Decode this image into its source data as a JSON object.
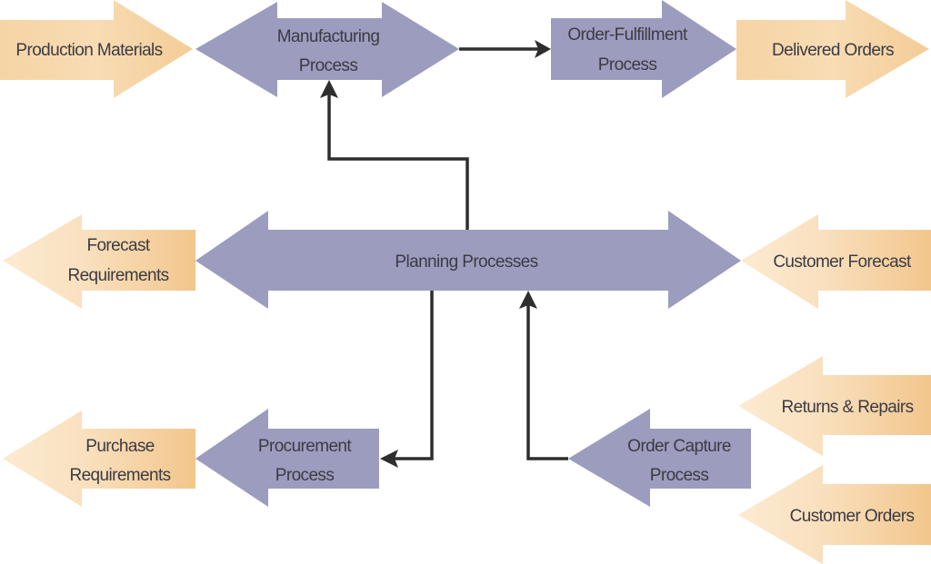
{
  "diagram": {
    "title": "",
    "colors": {
      "process": "#9c9cbf",
      "io_light": "#fbe7c8",
      "io_dark": "#f2c890",
      "connector": "#2e2e2e",
      "text": "#3b3b44"
    },
    "nodes": {
      "production_materials": {
        "type": "input",
        "lines": [
          "Production Materials"
        ]
      },
      "manufacturing_process": {
        "type": "process",
        "lines": [
          "Manufacturing",
          "Process"
        ]
      },
      "order_fulfillment_process": {
        "type": "process",
        "lines": [
          "Order-Fulfillment",
          "Process"
        ]
      },
      "delivered_orders": {
        "type": "output",
        "lines": [
          "Delivered Orders"
        ]
      },
      "forecast_requirements": {
        "type": "output",
        "lines": [
          "Forecast",
          "Requirements"
        ]
      },
      "planning_processes": {
        "type": "process",
        "lines": [
          "Planning Processes"
        ]
      },
      "customer_forecast": {
        "type": "input",
        "lines": [
          "Customer Forecast"
        ]
      },
      "purchase_requirements": {
        "type": "output",
        "lines": [
          "Purchase",
          "Requirements"
        ]
      },
      "procurement_process": {
        "type": "process",
        "lines": [
          "Procurement",
          "Process"
        ]
      },
      "order_capture_process": {
        "type": "process",
        "lines": [
          "Order Capture",
          "Process"
        ]
      },
      "returns_repairs": {
        "type": "input",
        "lines": [
          "Returns & Repairs"
        ]
      },
      "customer_orders": {
        "type": "input",
        "lines": [
          "Customer Orders"
        ]
      }
    },
    "edges": [
      {
        "from": "production_materials",
        "to": "manufacturing_process"
      },
      {
        "from": "manufacturing_process",
        "to": "order_fulfillment_process"
      },
      {
        "from": "order_fulfillment_process",
        "to": "delivered_orders"
      },
      {
        "from": "planning_processes",
        "to": "manufacturing_process"
      },
      {
        "from": "planning_processes",
        "to": "forecast_requirements"
      },
      {
        "from": "customer_forecast",
        "to": "planning_processes"
      },
      {
        "from": "planning_processes",
        "to": "procurement_process"
      },
      {
        "from": "procurement_process",
        "to": "purchase_requirements"
      },
      {
        "from": "order_capture_process",
        "to": "planning_processes"
      },
      {
        "from": "returns_repairs",
        "to": "order_capture_process"
      },
      {
        "from": "customer_orders",
        "to": "order_capture_process"
      }
    ]
  }
}
